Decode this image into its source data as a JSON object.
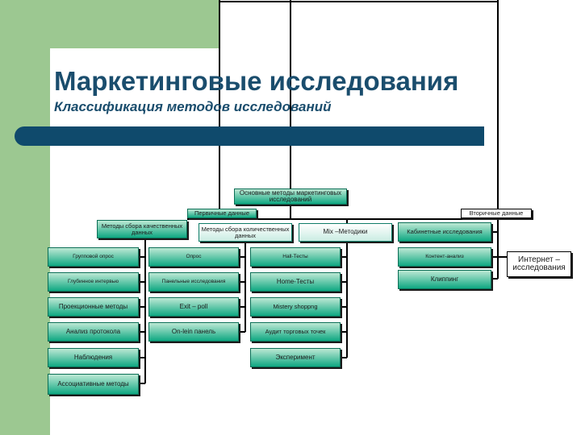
{
  "header": {
    "title": "Маркетинговые исследования",
    "subtitle": "Классификация методов исследований"
  },
  "diagram": {
    "root": "Основные методы маркетинговых исследований",
    "primary": {
      "label": "Первичные данные",
      "qualitative": {
        "label": "Методы сбора качественных данных",
        "items": [
          "Групповой опрос",
          "Глубинное интервью",
          "Проекционные методы",
          "Анализ протокола",
          "Наблюдения",
          "Ассоциативные методы"
        ]
      },
      "quantitative": {
        "label": "Методы сбора количественных данных",
        "items": [
          "Опрос",
          "Панельные исследования",
          "Exit – poll",
          "On-lein панель"
        ]
      },
      "mix": {
        "label": "Mix –Методики",
        "items": [
          "Hall-Тесты",
          "Home-Тесты",
          "Mistery shoppng",
          "Аудит торговых точек",
          "Эксперимент"
        ]
      }
    },
    "secondary": {
      "label": "Вторичные данные",
      "items": [
        "Кабинетные исследования",
        "Контент-анализ",
        "Клиппинг"
      ],
      "internet": "Интернет – исследования"
    }
  }
}
